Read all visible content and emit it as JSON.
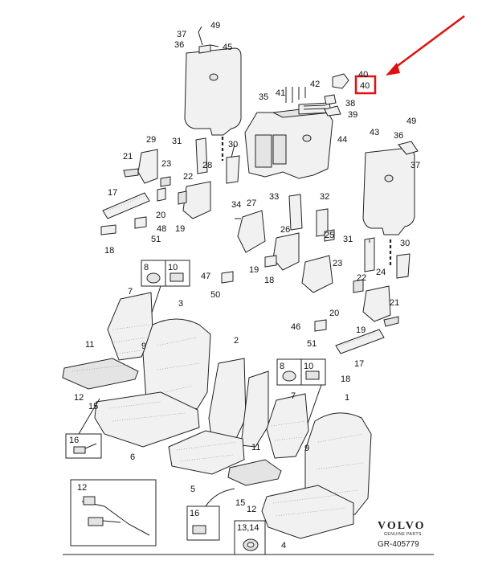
{
  "diagram": {
    "brand": "VOLVO",
    "brand_sub": "GENUINE PARTS",
    "ref_code": "GR-405779",
    "highlight_color": "#e01010",
    "highlighted_part": "40",
    "labels": {
      "l49a": "49",
      "l37a": "37",
      "l36a": "36",
      "l45": "45",
      "l40": "40",
      "l42": "42",
      "l41": "41",
      "l38": "38",
      "l39": "39",
      "l35": "35",
      "l44": "44",
      "l43": "43",
      "l49b": "49",
      "l36b": "36",
      "l37b": "37",
      "l29": "29",
      "l31a": "31",
      "l30a": "30",
      "l21a": "21",
      "l23a": "23",
      "l22a": "22",
      "l28": "28",
      "l17a": "17",
      "l20a": "20",
      "l48": "48",
      "l19a": "19",
      "l51a": "51",
      "l18a": "18",
      "l34": "34",
      "l27": "27",
      "l33": "33",
      "l32": "32",
      "l26": "26",
      "l25": "25",
      "l31b": "31",
      "l30b": "30",
      "l24": "24",
      "l19b": "19",
      "l18b": "18",
      "l23b": "23",
      "l22b": "22",
      "l20b": "20",
      "l21b": "21",
      "l8a": "8",
      "l10a": "10",
      "l47": "47",
      "l50": "50",
      "l7a": "7",
      "l3": "3",
      "l9a": "9",
      "l46": "46",
      "l51b": "51",
      "l19c": "19",
      "l17b": "17",
      "l11a": "11",
      "l2": "2",
      "l8b": "8",
      "l10b": "10",
      "l18c": "18",
      "l12a": "12",
      "l15a": "15",
      "l1": "1",
      "l7b": "7",
      "l9b": "9",
      "l16a": "16",
      "l6": "6",
      "l11b": "11",
      "l5": "5",
      "l12b": "12",
      "l15b": "15",
      "l12c": "12",
      "l16b": "16",
      "l1314": "13,14",
      "l4": "4"
    }
  }
}
